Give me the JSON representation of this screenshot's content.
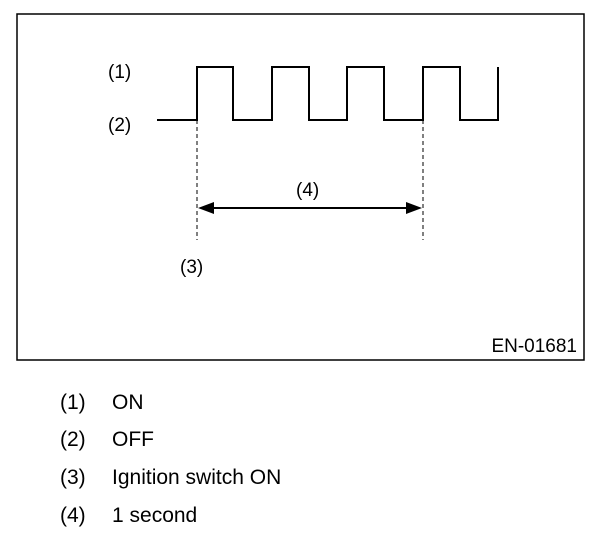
{
  "diagram": {
    "labels": {
      "on_marker": "(1)",
      "off_marker": "(2)",
      "ignition_marker": "(3)",
      "duration_marker": "(4)"
    },
    "figure_id": "EN-01681"
  },
  "legend": {
    "items": [
      {
        "num": "(1)",
        "text": "ON"
      },
      {
        "num": "(2)",
        "text": "OFF"
      },
      {
        "num": "(3)",
        "text": "Ignition switch ON"
      },
      {
        "num": "(4)",
        "text": "1 second"
      }
    ]
  }
}
